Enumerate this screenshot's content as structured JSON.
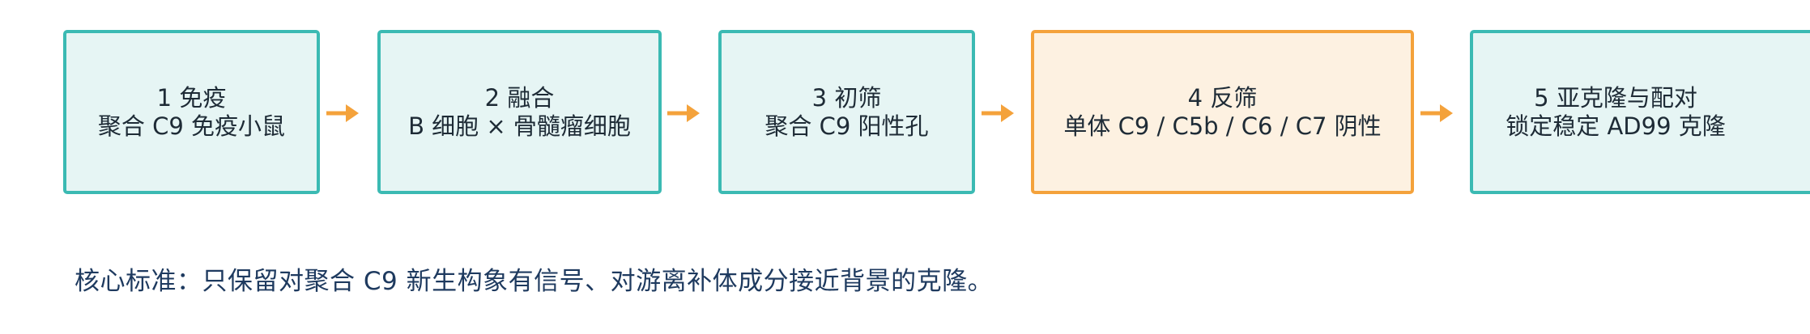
{
  "steps": [
    {
      "title": "1 免疫",
      "detail": "聚合 C9 免疫小鼠",
      "color": "#3bbab3"
    },
    {
      "title": "2 融合",
      "detail": "B 细胞 × 骨髓瘤细胞",
      "color": "#3bbab3"
    },
    {
      "title": "3 初筛",
      "detail": "聚合 C9 阳性孔",
      "color": "#3bbab3"
    },
    {
      "title": "4 反筛",
      "detail": "单体 C9 / C5b / C6 / C7 阴性",
      "color": "#f4a23b"
    },
    {
      "title": "5 亚克隆与配对",
      "detail": "锁定稳定 AD99 克隆",
      "color": "#3bbab3"
    }
  ],
  "arrow_color": "#f4a23b",
  "note": "核心标准：只保留对聚合 C9 新生构象有信号、对游离补体成分接近背景的克隆。"
}
